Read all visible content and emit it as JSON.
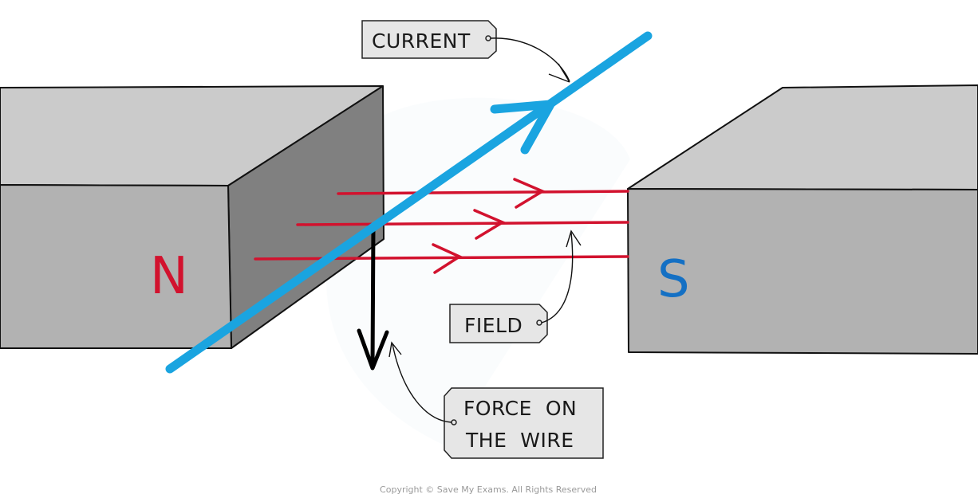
{
  "diagram": {
    "title": "Force on a current-carrying wire in a magnetic field",
    "labels": {
      "current": "CURRENT",
      "field": "FIELD",
      "force_line1": "FORCE  ON",
      "force_line2": "THE  WIRE"
    },
    "poles": {
      "north": "N",
      "south": "S"
    },
    "copyright": "Copyright © Save My Exams. All Rights Reserved"
  },
  "colors": {
    "wire": "#1aa4e0",
    "field_lines": "#d2122e",
    "north_label": "#d2122e",
    "south_label": "#1470c4",
    "force_arrow": "#000000",
    "magnet_top": "#cbcbcb",
    "magnet_front": "#b2b2b2",
    "magnet_side": "#808080",
    "tag_fill": "#e6e6e6"
  }
}
